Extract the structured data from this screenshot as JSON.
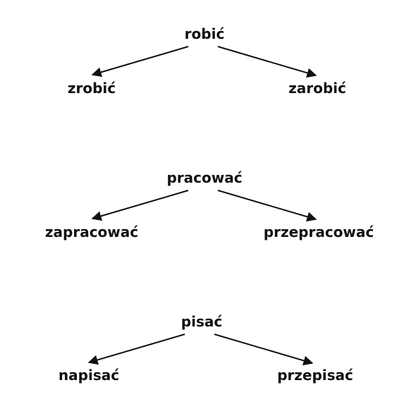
{
  "diagram": {
    "arrow_color": "#111111",
    "text_color": "#111111",
    "groups": [
      {
        "root": "robić",
        "left": "zrobić",
        "right": "zarobić"
      },
      {
        "root": "pracować",
        "left": "zapracować",
        "right": "przepracować"
      },
      {
        "root": "pisać",
        "left": "napisać",
        "right": "przepisać"
      }
    ]
  }
}
